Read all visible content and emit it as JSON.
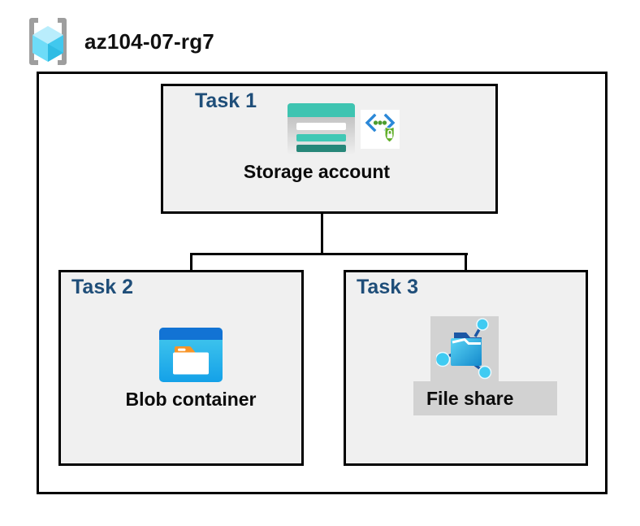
{
  "header": {
    "title": "az104-07-rg7"
  },
  "diagram": {
    "task1": {
      "label": "Task 1",
      "item_label": "Storage account"
    },
    "task2": {
      "label": "Task 2",
      "item_label": "Blob container"
    },
    "task3": {
      "label": "Task 3",
      "item_label": "File share"
    }
  },
  "icons": {
    "resource_group": "resource-group-brackets-cube-icon",
    "storage_account": "storage-account-icon",
    "endpoint_security": "code-brackets-shield-lock-icon",
    "blob_container": "blob-container-folder-icon",
    "file_share": "file-share-network-folder-icon"
  },
  "colors": {
    "task_label": "#1F4E79",
    "box_fill": "#F0F0F0",
    "box_border": "#000000",
    "bracket_gray": "#9E9E9E",
    "cube_top": "#B9EDFC",
    "cube_left": "#6EDCF8",
    "cube_right": "#41C8EE",
    "storage_teal": "#3EC4B1",
    "storage_teal_dark": "#278779",
    "security_blue": "#2B88D8",
    "security_green": "#5FAE27",
    "blob_header_blue": "#1273D4",
    "blob_body_cyan_top": "#47CBEE",
    "blob_body_cyan_bottom": "#14A1E8",
    "blob_tab_orange": "#F79428",
    "file_share_navy": "#1B57A5",
    "file_share_folder_top": "#5BD5F5",
    "file_share_folder_bottom": "#1489CC",
    "file_share_node_cyan": "#3FCBF2",
    "highlight_gray": "#D2D2D2"
  }
}
